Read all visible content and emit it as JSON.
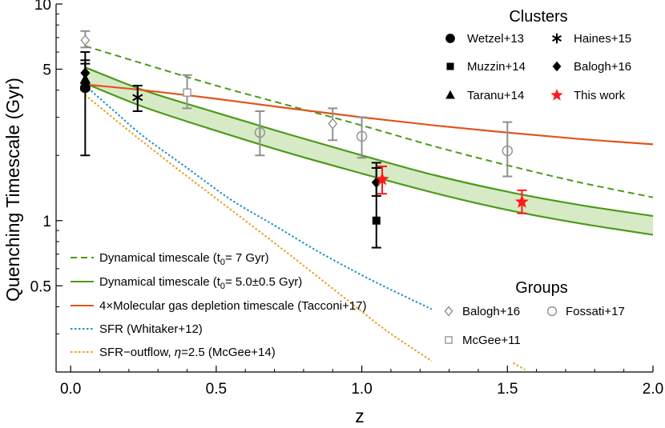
{
  "chart_data": {
    "type": "line",
    "xlabel": "z",
    "ylabel": "Quenching Timescale (Gyr)",
    "x_range": [
      -0.05,
      2.0
    ],
    "y_range": [
      0.2,
      10
    ],
    "y_scale": "log",
    "x_ticks": [
      0,
      0.5,
      1,
      1.5,
      2
    ],
    "x_tick_labels": [
      "0.0",
      "0.5",
      "1.0",
      "1.5",
      "2.0"
    ],
    "y_ticks": [
      0.5,
      1,
      5,
      10
    ],
    "y_tick_labels": [
      "0.5",
      "1",
      "5",
      "10"
    ],
    "grid": false,
    "colors": {
      "green": "#4d9a1a",
      "band": "#d6eac6",
      "orange_red": "#e2541b",
      "blue": "#1e92c8",
      "gold": "#e5a01e",
      "grey": "#909090",
      "red": "#ff1a1a"
    },
    "lines": [
      {
        "label_pre": "Dynamical timescale (t",
        "label_sub": "0",
        "label_post": "= 7 Gyr)",
        "style": "dashed",
        "color": "#4d9a1a",
        "points": [
          [
            0.05,
            6.4
          ],
          [
            0.25,
            5.3
          ],
          [
            0.5,
            4.2
          ],
          [
            0.75,
            3.4
          ],
          [
            1.0,
            2.75
          ],
          [
            1.25,
            2.2
          ],
          [
            1.5,
            1.8
          ],
          [
            1.75,
            1.5
          ],
          [
            2.0,
            1.28
          ]
        ]
      },
      {
        "label_pre": "Dynamical timescale (t",
        "label_sub": "0",
        "label_post": "= 5.0±0.5 Gyr)",
        "style": "solid",
        "color": "#4d9a1a",
        "upper": [
          [
            0.05,
            5.1
          ],
          [
            0.25,
            4.0
          ],
          [
            0.5,
            3.15
          ],
          [
            0.75,
            2.5
          ],
          [
            1.0,
            2.0
          ],
          [
            1.25,
            1.62
          ],
          [
            1.5,
            1.36
          ],
          [
            1.75,
            1.18
          ],
          [
            2.0,
            1.05
          ]
        ],
        "lower": [
          [
            0.05,
            4.3
          ],
          [
            0.25,
            3.35
          ],
          [
            0.5,
            2.6
          ],
          [
            0.75,
            2.05
          ],
          [
            1.0,
            1.65
          ],
          [
            1.25,
            1.34
          ],
          [
            1.5,
            1.12
          ],
          [
            1.75,
            0.97
          ],
          [
            2.0,
            0.86
          ]
        ]
      },
      {
        "label": "4×Molecular gas depletion timescale (Tacconi+17)",
        "style": "solid",
        "color": "#e2541b",
        "points": [
          [
            0.05,
            4.25
          ],
          [
            0.25,
            4.0
          ],
          [
            0.5,
            3.65
          ],
          [
            0.75,
            3.3
          ],
          [
            1.0,
            3.0
          ],
          [
            1.25,
            2.75
          ],
          [
            1.5,
            2.55
          ],
          [
            1.75,
            2.38
          ],
          [
            2.0,
            2.25
          ]
        ]
      },
      {
        "label": "SFR (Whitaker+12)",
        "style": "dotted",
        "color": "#1e92c8",
        "points": [
          [
            0.05,
            4.2
          ],
          [
            0.15,
            3.2
          ],
          [
            0.25,
            2.45
          ],
          [
            0.4,
            1.75
          ],
          [
            0.55,
            1.25
          ],
          [
            0.7,
            0.95
          ],
          [
            0.85,
            0.72
          ],
          [
            1.0,
            0.56
          ],
          [
            1.1,
            0.48
          ],
          [
            1.24,
            0.39
          ]
        ]
      },
      {
        "label_pre": "SFR−outflow, ",
        "label_eta": "η",
        "label_post": "=2.5 (McGee+14)",
        "style": "dotted",
        "color": "#e5a01e",
        "points": [
          [
            0.05,
            3.8
          ],
          [
            0.2,
            2.6
          ],
          [
            0.4,
            1.6
          ],
          [
            0.6,
            1.0
          ],
          [
            0.8,
            0.62
          ],
          [
            1.0,
            0.38
          ],
          [
            1.1,
            0.3
          ],
          [
            1.24,
            0.225
          ]
        ],
        "points_tail": [
          [
            1.52,
            0.22
          ],
          [
            1.56,
            0.205
          ]
        ]
      }
    ],
    "clusters": {
      "title": "Clusters",
      "entries": [
        {
          "label": "Wetzel+13",
          "marker": "circle",
          "points": [
            {
              "x": 0.05,
              "y": 4.1,
              "lo": 2.0,
              "hi": 5.5
            }
          ]
        },
        {
          "label": "Haines+15",
          "marker": "star6",
          "points": [
            {
              "x": 0.23,
              "y": 3.7,
              "lo": 3.2,
              "hi": 4.2
            }
          ]
        },
        {
          "label": "Muzzin+14",
          "marker": "square",
          "points": [
            {
              "x": 1.05,
              "y": 1.0,
              "lo": 0.75,
              "hi": 1.85
            }
          ]
        },
        {
          "label": "Balogh+16",
          "marker": "diamond",
          "points": [
            {
              "x": 0.05,
              "y": 4.8,
              "lo": 4.3,
              "hi": 5.3
            },
            {
              "x": 1.05,
              "y": 1.5,
              "lo": 1.3,
              "hi": 1.75
            }
          ]
        },
        {
          "label": "Taranu+14",
          "marker": "triangle",
          "points": [
            {
              "x": 0.05,
              "y": 4.5,
              "lo": 4.0,
              "hi": 6.0
            }
          ]
        },
        {
          "label": "This work",
          "marker": "redstar",
          "points": [
            {
              "x": 1.07,
              "y": 1.55,
              "lo": 1.33,
              "hi": 1.78
            },
            {
              "x": 1.55,
              "y": 1.22,
              "lo": 1.08,
              "hi": 1.38
            }
          ]
        }
      ]
    },
    "groups": {
      "title": "Groups",
      "entries": [
        {
          "label": "Balogh+16",
          "marker": "open-diamond",
          "points": [
            {
              "x": 0.05,
              "y": 6.8,
              "lo": 6.3,
              "hi": 7.5
            },
            {
              "x": 0.9,
              "y": 2.8,
              "lo": 2.35,
              "hi": 3.3
            }
          ]
        },
        {
          "label": "Fossati+17",
          "marker": "open-circle",
          "points": [
            {
              "x": 0.65,
              "y": 2.55,
              "lo": 2.0,
              "hi": 3.2
            },
            {
              "x": 1.0,
              "y": 2.45,
              "lo": 1.95,
              "hi": 3.0
            },
            {
              "x": 1.5,
              "y": 2.1,
              "lo": 1.6,
              "hi": 2.85
            }
          ]
        },
        {
          "label": "McGee+11",
          "marker": "open-square",
          "points": [
            {
              "x": 0.4,
              "y": 3.9,
              "lo": 3.3,
              "hi": 4.7
            }
          ]
        }
      ]
    }
  }
}
